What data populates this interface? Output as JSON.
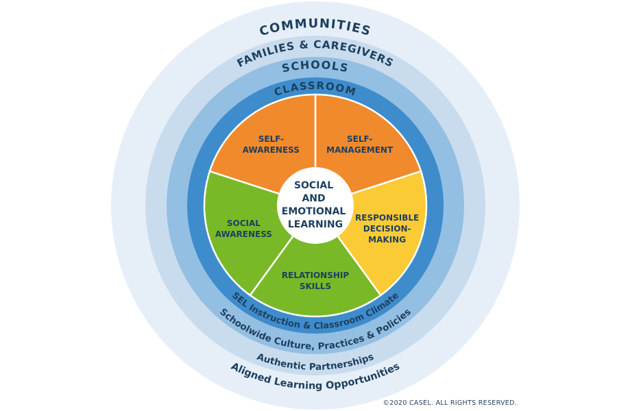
{
  "rings": {
    "communities": "COMMUNITIES",
    "families": "FAMILIES & CAREGIVERS",
    "schools": "SCHOOLS",
    "classroom": "CLASSROOM",
    "sel_instruction": "SEL Instruction & Classroom Climate",
    "schoolwide": "Schoolwide Culture, Practices & Policies",
    "authentic": "Authentic Partnerships",
    "aligned": "Aligned Learning Opportunities"
  },
  "center": [
    "SOCIAL",
    "AND",
    "EMOTIONAL",
    "LEARNING"
  ],
  "competencies": [
    {
      "lines": [
        "SELF-",
        "MANAGEMENT"
      ],
      "color": "#f08a2c"
    },
    {
      "lines": [
        "RESPONSIBLE",
        "DECISION-",
        "MAKING"
      ],
      "color": "#fbcb36"
    },
    {
      "lines": [
        "RELATIONSHIP",
        "SKILLS"
      ],
      "color": "#79b928"
    },
    {
      "lines": [
        "SOCIAL",
        "AWARENESS"
      ],
      "color": "#79b928"
    },
    {
      "lines": [
        "SELF-",
        "AWARENESS"
      ],
      "color": "#f08a2c"
    }
  ],
  "colors": {
    "communities": "#e6eff8",
    "families": "#c9dcee",
    "schools": "#93bfe2",
    "classroom": "#3e8ccc",
    "text": "#1d3f5e"
  },
  "copyright": "©2020 CASEL. ALL RIGHTS RESERVED."
}
